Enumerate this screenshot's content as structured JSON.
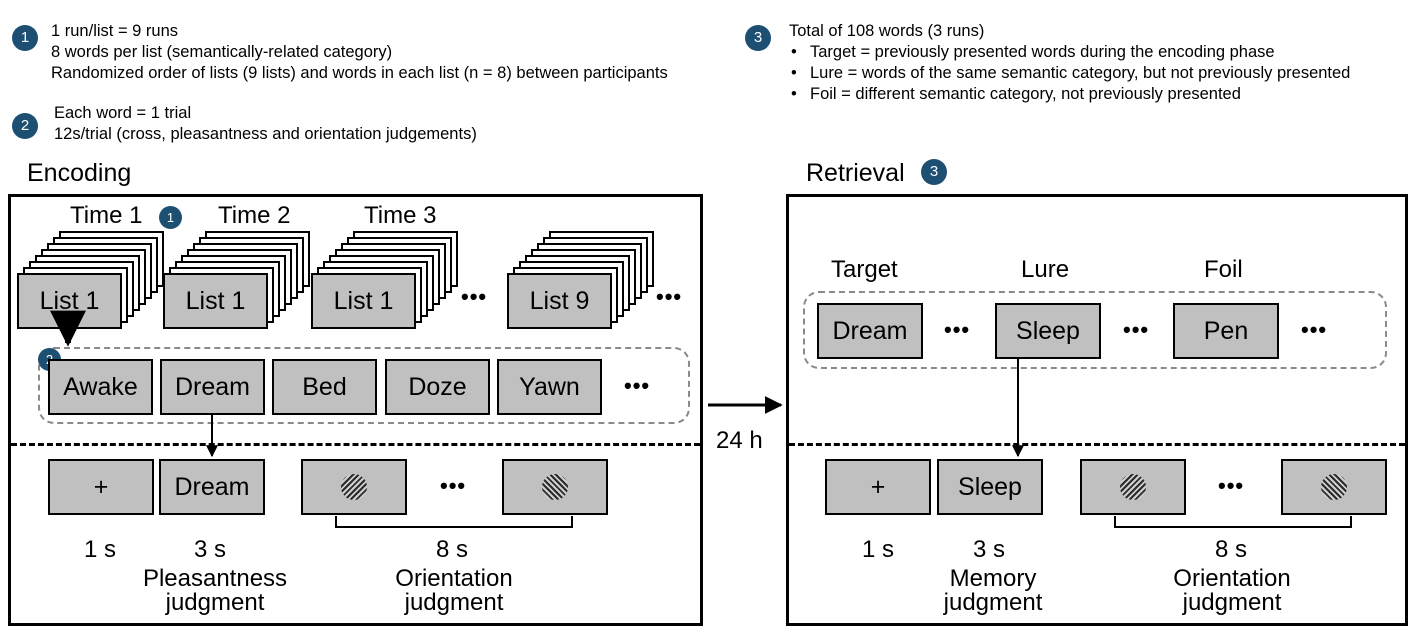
{
  "notes": {
    "n1": {
      "num": "1",
      "lines": [
        "1 run/list = 9 runs",
        "8 words per list (semantically-related category)",
        "Randomized order of lists (9 lists) and words in each list (n = 8) between participants"
      ]
    },
    "n2": {
      "num": "2",
      "lines": [
        "Each word = 1 trial",
        "12s/trial (cross, pleasantness and orientation judgements)"
      ]
    },
    "n3": {
      "num": "3",
      "title": "Total of 108 words (3 runs)",
      "bullets": [
        "Target = previously presented words during the encoding phase",
        "Lure = words of the same semantic category, but not previously presented",
        "Foil = different semantic category, not previously presented"
      ]
    }
  },
  "encoding": {
    "title": "Encoding",
    "time_labels": [
      "Time 1",
      "Time 2",
      "Time 3"
    ],
    "time1_badge": "1",
    "lists": [
      "List 1",
      "List 1",
      "List 1",
      "List 9"
    ],
    "ellipsis": "•••",
    "words_badge": "2",
    "words": [
      "Awake",
      "Dream",
      "Bed",
      "Doze",
      "Yawn"
    ],
    "trial": {
      "cross": "+",
      "word": "Dream"
    },
    "timing": [
      "1 s",
      "3 s",
      "8 s"
    ],
    "judgments": {
      "pleasant": [
        "Pleasantness",
        "judgment"
      ],
      "orient": [
        "Orientation",
        "judgment"
      ]
    }
  },
  "delay_label": "24 h",
  "retrieval": {
    "title": "Retrieval",
    "badge": "3",
    "headers": [
      "Target",
      "Lure",
      "Foil"
    ],
    "words": [
      "Dream",
      "Sleep",
      "Pen"
    ],
    "ellipsis": "•••",
    "trial": {
      "cross": "+",
      "word": "Sleep"
    },
    "timing": [
      "1 s",
      "3 s",
      "8 s"
    ],
    "judgments": {
      "memory": [
        "Memory",
        "judgment"
      ],
      "orient": [
        "Orientation",
        "judgment"
      ]
    }
  },
  "colors": {
    "badge": "#1d4f73",
    "box_fill": "#c0c0c0",
    "dash_region": "#8a8a8a"
  }
}
